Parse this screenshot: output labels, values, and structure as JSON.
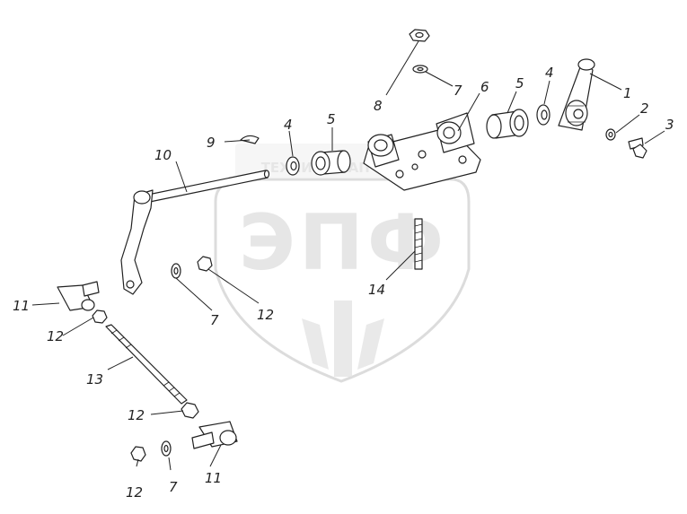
{
  "watermark": {
    "big_text": "ЭПФ",
    "small_text": "ТЕХНИКА ЗАПЧАСТИ"
  },
  "callouts": [
    {
      "id": "c1",
      "label": "1"
    },
    {
      "id": "c2",
      "label": "2"
    },
    {
      "id": "c3",
      "label": "3"
    },
    {
      "id": "c4a",
      "label": "4"
    },
    {
      "id": "c4b",
      "label": "4"
    },
    {
      "id": "c5a",
      "label": "5"
    },
    {
      "id": "c5b",
      "label": "5"
    },
    {
      "id": "c6",
      "label": "6"
    },
    {
      "id": "c7a",
      "label": "7"
    },
    {
      "id": "c7b",
      "label": "7"
    },
    {
      "id": "c7c",
      "label": "7"
    },
    {
      "id": "c8",
      "label": "8"
    },
    {
      "id": "c9",
      "label": "9"
    },
    {
      "id": "c10",
      "label": "10"
    },
    {
      "id": "c11a",
      "label": "11"
    },
    {
      "id": "c11b",
      "label": "11"
    },
    {
      "id": "c12a",
      "label": "12"
    },
    {
      "id": "c12b",
      "label": "12"
    },
    {
      "id": "c12c",
      "label": "12"
    },
    {
      "id": "c12d",
      "label": "12"
    },
    {
      "id": "c13",
      "label": "13"
    },
    {
      "id": "c14",
      "label": "14"
    }
  ]
}
